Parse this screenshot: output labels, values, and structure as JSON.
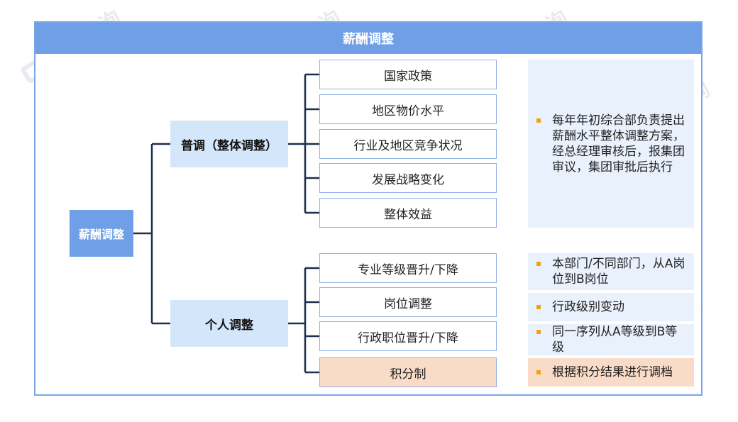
{
  "title": "薪酬调整",
  "root": "薪酬调整",
  "categories": [
    {
      "label": "普调（整体调整）"
    },
    {
      "label": "个人调整"
    }
  ],
  "leaves": [
    "国家政策",
    "地区物价水平",
    "行业及地区竞争状况",
    "发展战略变化",
    "整体效益",
    "专业等级晋升/下降",
    "岗位调整",
    "行政职位晋升/下降",
    "积分制"
  ],
  "notes": [
    "每年年初综合部负责提出薪酬水平整体调整方案，经总经理审核后，报集团审议，集团审批后执行",
    "本部门/不同部门，从A岗位到B岗位",
    "行政级别变动",
    "同一序列从A等级到B等级",
    "根据积分结果进行调档"
  ],
  "watermark": "睿信咨询",
  "colors": {
    "banner": "#6f9fe7",
    "category_fill": "#d4e6fa",
    "note_fill": "#e9f1fc",
    "highlight": "#f9dcc8",
    "connector": "#1f2f4f",
    "bullet": "#f0a11a"
  }
}
